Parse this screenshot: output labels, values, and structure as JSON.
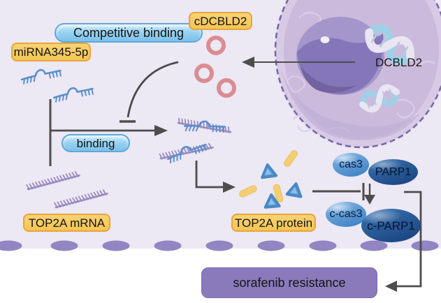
{
  "figure": {
    "description_labels": {
      "competitive_binding": "Competitive binding",
      "mirna": "miRNA345-5p",
      "cdcbld2": "cDCBLD2",
      "dcbld2": "DCBLD2",
      "binding": "binding",
      "top2a_mrna": "TOP2A mRNA",
      "top2a_protein": "TOP2A protein",
      "cas3": "cas3",
      "parp1": "PARP1",
      "c_cas3": "c-cas3",
      "c_parp1": "c-PARP1",
      "sorafenib": "sorafenib resistance"
    },
    "colors": {
      "background_upper": "#ece8f4",
      "background_lower": "#ffffff",
      "tag_yellow_fill": "#f5c95f",
      "tag_yellow_border": "#e8a43e",
      "pill_blue_fill": "#8ecbee",
      "pill_blue_border": "#5fa8d8",
      "circrna_ring": "#d98d92",
      "mirna_strand": "#5c8fcb",
      "mrna_strand": "#9a8bc0",
      "cell_fill": "#d8cae5",
      "cell_border_dashed": "#766aa8",
      "nucleus_fill": "#a496ca",
      "cas3_fill": "#4e8ecb",
      "parp1_fill": "#1f4e8e",
      "protein_rod": "#f3cf72",
      "protein_triangle": "#63a2da",
      "membrane_dot": "#9186c1",
      "sorafenib_fill": "#8a7abc",
      "arrow": "#4d4d4d"
    },
    "icons": [
      "cell",
      "nucleus",
      "nucleolus",
      "dna-helix-icon",
      "circrna-ring-icon",
      "mirna-strand-icon",
      "mrna-strand-icon",
      "mirna-mrna-duplex-icon",
      "protein-rod-icon",
      "protein-triangle-icon",
      "membrane-dot",
      "activation-arrow",
      "inhibition-bar"
    ]
  }
}
